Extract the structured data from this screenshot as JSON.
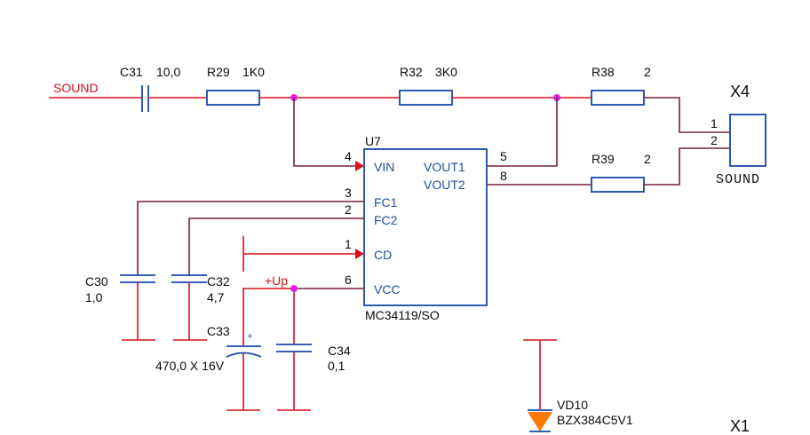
{
  "components": {
    "c31": {
      "ref": "C31",
      "value": "10,0"
    },
    "r29": {
      "ref": "R29",
      "value": "1K0"
    },
    "r32": {
      "ref": "R32",
      "value": "3K0"
    },
    "r38": {
      "ref": "R38",
      "value": "2"
    },
    "r39": {
      "ref": "R39",
      "value": "2"
    },
    "x4": {
      "ref": "X4",
      "pin1": "1",
      "pin2": "2",
      "name": "SOUND"
    },
    "u7": {
      "ref": "U7",
      "part": "MC34119/SO",
      "pins": {
        "vin": {
          "num": "4",
          "name": "VIN"
        },
        "vout1": {
          "num": "5",
          "name": "VOUT1"
        },
        "vout2": {
          "num": "8",
          "name": "VOUT2"
        },
        "fc1": {
          "num": "3",
          "name": "FC1"
        },
        "fc2": {
          "num": "2",
          "name": "FC2"
        },
        "cd": {
          "num": "1",
          "name": "CD"
        },
        "vcc": {
          "num": "6",
          "name": "VCC"
        }
      }
    },
    "c30": {
      "ref": "C30",
      "value": "1,0"
    },
    "c32": {
      "ref": "C32",
      "value": "4,7"
    },
    "c33": {
      "ref": "C33",
      "value": "470,0 X 16V",
      "polarity": "+"
    },
    "c34": {
      "ref": "C34",
      "value": "0,1"
    },
    "vd10": {
      "ref": "VD10",
      "part": "BZX384C5V1"
    },
    "x1": {
      "ref": "X1"
    }
  },
  "nets": {
    "sound": "SOUND",
    "vcc": "+Up"
  },
  "colors": {
    "wire": "#d8101a",
    "net": "#7a1f3e",
    "body": "#1a47a8",
    "junction": "#e020e0"
  }
}
